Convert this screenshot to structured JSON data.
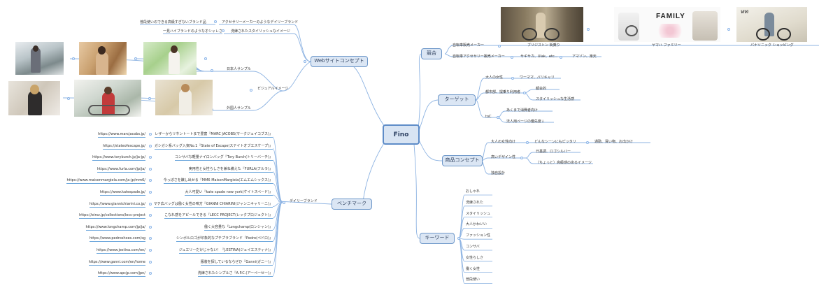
{
  "center": "Fino",
  "branches": {
    "web": "Webサイトコンセプト",
    "bench": "ベンチマーク",
    "compete": "競合",
    "target": "ターゲット",
    "product": "商品コンセプト",
    "keyword": "キーワード"
  },
  "web": {
    "top1": "普段使いのできる高級すぎないブランド品",
    "top1b": "アクセサリーメーカーのようなデイリーブランド",
    "top2": "一見ハイブランドのようなオシャレさ",
    "top2b": "洗練されたスタイリッシュなイメージ",
    "visual": "ビジュアルイメージ",
    "jp_sample": "日本人サンプル",
    "foreign_sample": "外国人サンプル"
  },
  "bench": {
    "daily": "デイリーブランド",
    "items": [
      {
        "url": "https://www.marcjacobs.jp/",
        "desc": "レザーからリネントートまで豊富『MARC JACOBS(マークジェイコブス)』"
      },
      {
        "url": "https://stateofescape.jp/",
        "desc": "ガシガシ系バッグ入気No.1『State of Escape(ステイトオブエスケープ)』"
      },
      {
        "url": "https://www.toryburch.jp/ja-jp/",
        "desc": "コンサバな軽量ナイロンバッグ『Tory Burch(トリーバーチ)』"
      },
      {
        "url": "https://www.furla.com/jp/ja/",
        "desc": "実用性と女性らしさを兼ね備えた『FURLA(フルラ)』"
      },
      {
        "url": "https://www.maisonmargiela.com/ja-jp/mm6/",
        "desc": "今っぽさを醸し出せる『MM6 MaisonMargiela(エムエムシックス)』"
      },
      {
        "url": "https://www.katespade.jp/",
        "desc": "大人可愛い『kate spade new york(ケイトスペード)』"
      },
      {
        "url": "https://www.giannichiarini.co.jp/",
        "desc": "マチ広バッグは働く女性の味方『GIANNI CHIARINI(ジャンニキャリーニ)』"
      },
      {
        "url": "https://eirsz.jp/collections/lecc-project",
        "desc": "こなれ感をアピールできる『LECC PROJECT(レックプロジェクト)』"
      },
      {
        "url": "https://www.longchamp.com/jp/ja/",
        "desc": "働く大容量な『Longchamp(ロンシャン)』"
      },
      {
        "url": "https://www.pedroshoes.com/sg",
        "desc": "シンボルロゴが印象的なプチプラブランド『Pedro(ペドロ)』"
      },
      {
        "url": "https://www.jestina.com/en/",
        "desc": "ジュエリーだけじゃない！『J.ESTINA(ジェイエスティナ)』"
      },
      {
        "url": "https://www.ganni.com/en/home",
        "desc": "服装を探しているならぜひ『Ganni(ガニー)』"
      },
      {
        "url": "https://www.apcjp.com/jpn/",
        "desc": "洗練されたシンプルさ『A.P.C.(アーペーセー)』"
      }
    ]
  },
  "compete": {
    "bike": "自転車販売メーカー",
    "acc": "自転車アクセサリー販売メーカー",
    "bridgestone": "ブリジストン 街乗り",
    "yamaha": "ヤマハ ファミリー",
    "panasonic": "パナソニック ショッピング",
    "saisaka": "サギサカ、Ulak、etc...",
    "amazon": "アマゾン、楽天",
    "family_logo": "FAMILY",
    "vivi_logo": "ViVi"
  },
  "target": {
    "adult": "大人の女性",
    "adult_v": "ワーママ、バリキャリ",
    "city": "都市部、提乗り利用者",
    "city_v1": "都会的",
    "city_v2": "スタイリッシュな生活感",
    "toc": "toC",
    "toc_v1": "あくまで消費者向け",
    "toc_v2": "法人用ページの優先度↓"
  },
  "product": {
    "forwomen": "大人の女性向け",
    "forwomen_v": "どんなシーンにもピッタリ",
    "forwomen_v2": "通勤、買い物、お出かけ",
    "design": "高いデザイン性",
    "design_v1": "日基調、ロゴシルバー",
    "design_v2": "（ちょっと）高級感のあるイメージ",
    "unique": "独自設計"
  },
  "keywords": [
    "おしゃれ",
    "洗練された",
    "スタイリッシュ",
    "大人かわいい",
    "ファッション性",
    "コンサバ",
    "女性らしさ",
    "働く女性",
    "普段使い"
  ],
  "colors": {
    "line": "#7fa9de",
    "node_fill": "#dbe6f4",
    "node_border": "#6d97c9"
  }
}
